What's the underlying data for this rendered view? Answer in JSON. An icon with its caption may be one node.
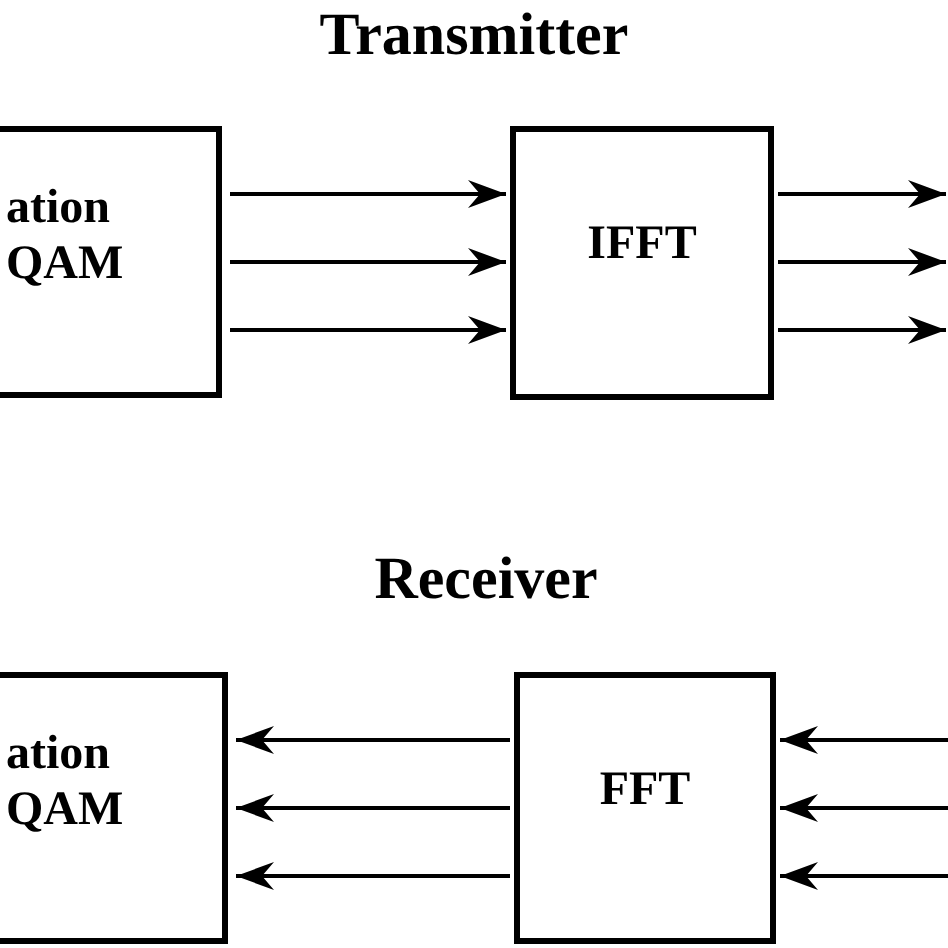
{
  "diagram": {
    "nodes": [
      {
        "text": [
          "ation QAM"
        ]
      },
      {
        "text": [
          "IFFT"
        ]
      },
      {
        "text": [
          "ation QAM"
        ]
      },
      {
        "text": [
          "FFT"
        ]
      }
    ],
    "edges": [
      {
        "from": 0,
        "to": 1,
        "arrow": "to"
      },
      {
        "from": 0,
        "to": 1,
        "arrow": "to"
      },
      {
        "from": 0,
        "to": 1,
        "arrow": "to"
      },
      {
        "from": 1,
        "to": null,
        "arrow": "to"
      },
      {
        "from": 1,
        "to": null,
        "arrow": "to"
      },
      {
        "from": 1,
        "to": null,
        "arrow": "to"
      },
      {
        "from": 3,
        "to": 2,
        "arrow": "to"
      },
      {
        "from": 3,
        "to": 2,
        "arrow": "to"
      },
      {
        "from": 3,
        "to": 2,
        "arrow": "to"
      },
      {
        "from": null,
        "to": 3,
        "arrow": "to"
      },
      {
        "from": null,
        "to": 3,
        "arrow": "to"
      },
      {
        "from": null,
        "to": 3,
        "arrow": "to"
      }
    ],
    "labels": [
      "Transmitter",
      "Receiver"
    ]
  }
}
